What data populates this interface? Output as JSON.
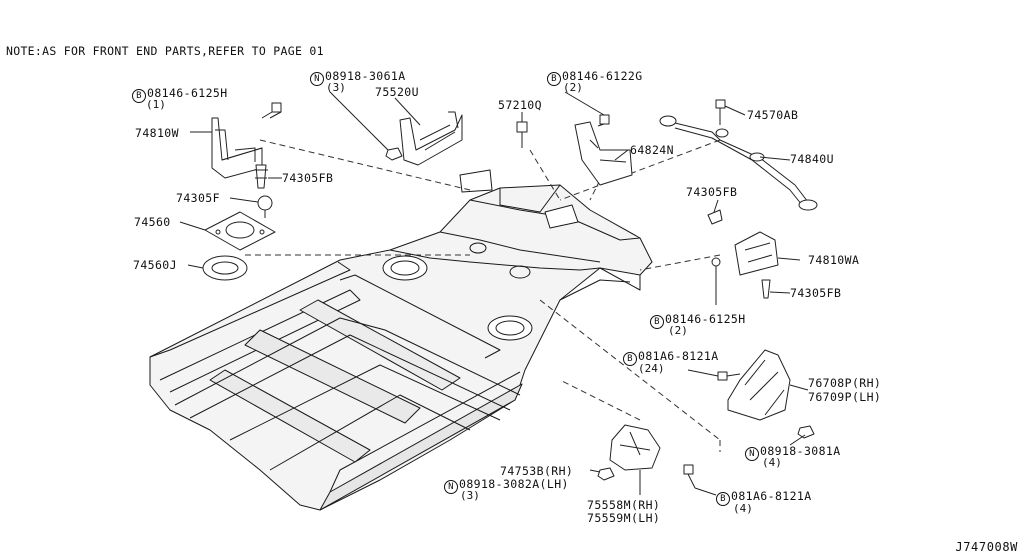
{
  "note": "NOTE:AS FOR FRONT END PARTS,REFER TO PAGE 01",
  "diagram_code": "J747008W",
  "parts": [
    {
      "id": "p1",
      "prefix": "B",
      "number": "08146-6125H",
      "qty": "(1)"
    },
    {
      "id": "p2",
      "prefix": "",
      "number": "74810W",
      "qty": ""
    },
    {
      "id": "p3",
      "prefix": "",
      "number": "74305FB",
      "qty": ""
    },
    {
      "id": "p4",
      "prefix": "",
      "number": "74305F",
      "qty": ""
    },
    {
      "id": "p5",
      "prefix": "",
      "number": "74560",
      "qty": ""
    },
    {
      "id": "p6",
      "prefix": "",
      "number": "74560J",
      "qty": ""
    },
    {
      "id": "p7",
      "prefix": "N",
      "number": "08918-3061A",
      "qty": "(3)"
    },
    {
      "id": "p8",
      "prefix": "",
      "number": "75520U",
      "qty": ""
    },
    {
      "id": "p9",
      "prefix": "",
      "number": "57210Q",
      "qty": ""
    },
    {
      "id": "p10",
      "prefix": "B",
      "number": "08146-6122G",
      "qty": "(2)"
    },
    {
      "id": "p11",
      "prefix": "",
      "number": "64824N",
      "qty": ""
    },
    {
      "id": "p12",
      "prefix": "",
      "number": "74570AB",
      "qty": ""
    },
    {
      "id": "p13",
      "prefix": "",
      "number": "74840U",
      "qty": ""
    },
    {
      "id": "p14",
      "prefix": "",
      "number": "74305FB",
      "qty": ""
    },
    {
      "id": "p15",
      "prefix": "",
      "number": "74810WA",
      "qty": ""
    },
    {
      "id": "p16",
      "prefix": "",
      "number": "74305FB",
      "qty": ""
    },
    {
      "id": "p17",
      "prefix": "B",
      "number": "08146-6125H",
      "qty": "(2)"
    },
    {
      "id": "p18",
      "prefix": "B",
      "number": "081A6-8121A",
      "qty": "(24)"
    },
    {
      "id": "p19",
      "prefix": "",
      "number": "76708P(RH)",
      "qty": ""
    },
    {
      "id": "p20",
      "prefix": "",
      "number": "76709P(LH)",
      "qty": ""
    },
    {
      "id": "p21",
      "prefix": "N",
      "number": "08918-3081A",
      "qty": "(4)"
    },
    {
      "id": "p22",
      "prefix": "",
      "number": "74753B(RH)",
      "qty": ""
    },
    {
      "id": "p23",
      "prefix": "N",
      "number": "08918-3082A(LH)",
      "qty": "(3)"
    },
    {
      "id": "p24",
      "prefix": "",
      "number": "75558M(RH)",
      "qty": ""
    },
    {
      "id": "p25",
      "prefix": "",
      "number": "75559M(LH)",
      "qty": ""
    },
    {
      "id": "p26",
      "prefix": "B",
      "number": "081A6-8121A",
      "qty": "(4)"
    }
  ]
}
